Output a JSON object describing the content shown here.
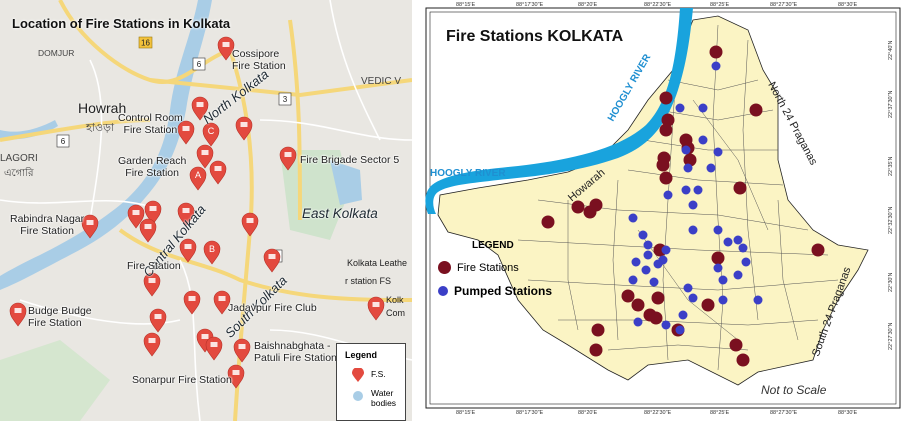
{
  "left_map": {
    "title": "Location of Fire Stations in Kolkata",
    "place_labels": {
      "domjur": "DOMJUR",
      "howrah": "Howrah",
      "howrah_bengali": "হাওড়া",
      "vedic": "VEDIC V",
      "agori": "LAGORI",
      "agori_bengali": "এগোরি",
      "leather": "Kolkata Leathe",
      "leather2": "r station FS",
      "kolk": "Kolk",
      "com": "Com"
    },
    "regions": {
      "north": "North Kolkata",
      "central": "Central Kolkata",
      "south": "South Kolkata",
      "east": "East Kolkata"
    },
    "stations": [
      {
        "text": "Cossipore\nFire Station"
      },
      {
        "text": "Control Room\nFire Station"
      },
      {
        "text": "Garden Reach\nFire Station"
      },
      {
        "text": "Fire Brigade Sector 5"
      },
      {
        "text": "Rabindra Nagar\nFire Station"
      },
      {
        "text": "Fire Station"
      },
      {
        "text": "Budge Budge\nFire Station"
      },
      {
        "text": "Jadavpur Fire Club"
      },
      {
        "text": "Baishnabghata -\nPatuli Fire Station"
      },
      {
        "text": "Sonarpur Fire Station"
      }
    ],
    "road_numbers": [
      "16",
      "6",
      "3",
      "6",
      "3"
    ],
    "pin_letters": [
      "C",
      "A",
      "B"
    ],
    "legend": {
      "title": "Legend",
      "fs": "F.S.",
      "water": "Water\nbodies"
    },
    "colors": {
      "pin": "#e34a3f",
      "water": "#a9cde6",
      "road": "#f5d77a"
    }
  },
  "right_map": {
    "title": "Fire Stations KOLKATA",
    "top_ticks": [
      "88°15'E",
      "88°17'30\"E",
      "88°20'E",
      "88°22'30\"E",
      "88°25'E",
      "88°27'30\"E",
      "88°30'E"
    ],
    "bottom_ticks": [
      "88°15'E",
      "88°17'30\"E",
      "88°20'E",
      "88°22'30\"E",
      "88°25'E",
      "88°27'30\"E",
      "88°30'E"
    ],
    "side_ticks": [
      "22°40'N",
      "22°37'30\"N",
      "22°35'N",
      "22°32'30\"N",
      "22°30'N",
      "22°27'30\"N"
    ],
    "labels": {
      "hoogly_upper": "HOOGLY RIVER",
      "hoogly_left": "HOOGLY RIVER",
      "howarah": "Howarah",
      "north24": "North 24 Praganas",
      "south24": "South 24 Praganas",
      "not_to_scale": "Not to Scale"
    },
    "legend": {
      "title": "LEGEND",
      "fire": "Fire Stations",
      "pumped": "Pumped Stations"
    },
    "colors": {
      "fire": "#7a1020",
      "pumped": "#3b3fc7",
      "land": "#fbf4c4",
      "river": "#19a3dd"
    }
  }
}
